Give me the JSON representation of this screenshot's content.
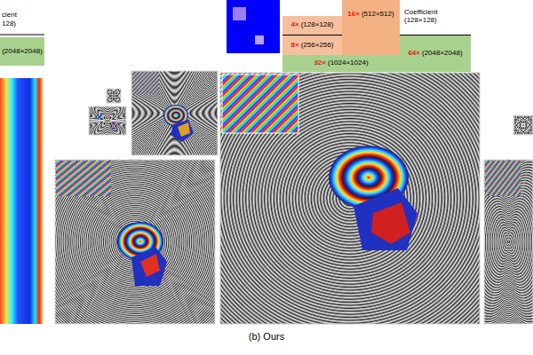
{
  "diagram": {
    "caption": "(b) Ours",
    "nodes": [
      {
        "text": [
          "(2048×2048)"
        ]
      },
      {
        "text": [
          "4×",
          "(128×128)"
        ]
      },
      {
        "text": [
          "8×",
          "(256×256)"
        ]
      },
      {
        "text": [
          "16×",
          "(512×512)"
        ]
      },
      {
        "text": [
          "32×",
          "(1024×1024)"
        ]
      },
      {
        "text": [
          "64×",
          "(2048×2048)"
        ]
      }
    ],
    "labels": [
      "cient",
      "128)",
      "Coefficient (128×128)"
    ]
  }
}
